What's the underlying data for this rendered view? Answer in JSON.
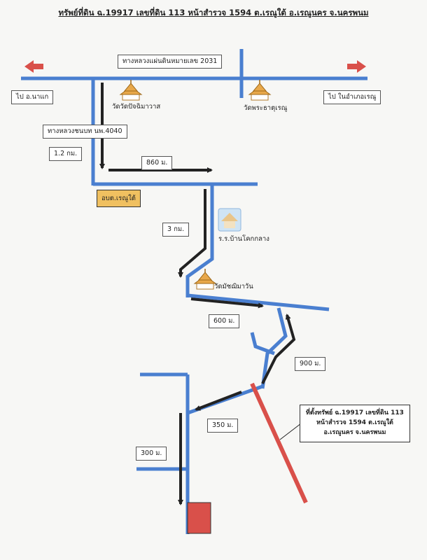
{
  "title": "ทรัพย์ที่ดิน  ฉ.19917 เลขที่ดิน 113 หน้าสำรวจ 1594 ต.เรณูใต้ อ.เรณูนคร จ.นครพนม",
  "highway_2031": "ทางหลวงแผ่นดินหมายเลข 2031",
  "to_na_kae": "ไป อ.นาแก",
  "to_renu": "ไป ในอำเภอเรณู",
  "rural_road": "ทางหลวงชนบท นพ.4040",
  "temples": {
    "wat_pho": "วัดวัดปัจฉิมาวาส",
    "wat_phrathat": "วัดพระธาตุเรณู",
    "wat_machimawan": "วัดมัชฌิมาวัน"
  },
  "school": "ร.ร.บ้านโคกกลาง",
  "office": "อบต.เรณูใต้",
  "distances": {
    "d1": "1.2 กม.",
    "d2": "860 ม.",
    "d3": "3 กม.",
    "d4": "600 ม.",
    "d5": "900 ม.",
    "d6": "350 ม.",
    "d7": "300 ม."
  },
  "property_label": {
    "line1": "ที่ตั้งทรัพย์ ฉ.19917 เลขที่ดิน 113",
    "line2": "หน้าสำรวจ 1594 ต.เรณูใต้",
    "line3": "อ.เรณูนคร จ.นครพนม"
  },
  "colors": {
    "road": "#4a7fd0",
    "arrow_left_right": "#d9504a",
    "route_arrow": "#222222",
    "property_road": "#d9504a",
    "property_plot": "#d9504a",
    "office_fill": "#f0c060"
  },
  "icons": [
    "arrow-left-icon",
    "arrow-right-icon",
    "temple-icon",
    "school-icon"
  ]
}
